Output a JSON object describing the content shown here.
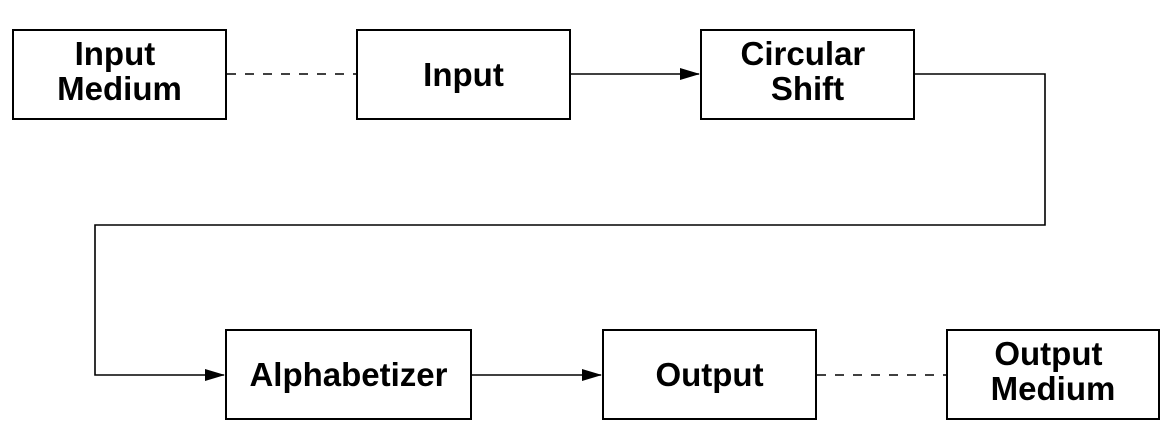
{
  "diagram": {
    "nodes": [
      {
        "id": "input-medium",
        "lines": [
          "Input",
          "Medium"
        ]
      },
      {
        "id": "input",
        "lines": [
          "Input"
        ]
      },
      {
        "id": "circular-shift",
        "lines": [
          "Circular",
          "Shift"
        ]
      },
      {
        "id": "alphabetizer",
        "lines": [
          "Alphabetizer"
        ]
      },
      {
        "id": "output",
        "lines": [
          "Output"
        ]
      },
      {
        "id": "output-medium",
        "lines": [
          "Output",
          "Medium"
        ]
      }
    ],
    "edges": [
      {
        "from": "input-medium",
        "to": "input",
        "style": "dashed",
        "arrow": false
      },
      {
        "from": "input",
        "to": "circular-shift",
        "style": "solid",
        "arrow": true
      },
      {
        "from": "circular-shift",
        "to": "alphabetizer",
        "style": "solid",
        "arrow": true
      },
      {
        "from": "alphabetizer",
        "to": "output",
        "style": "solid",
        "arrow": true
      },
      {
        "from": "output",
        "to": "output-medium",
        "style": "dashed",
        "arrow": false
      }
    ]
  }
}
